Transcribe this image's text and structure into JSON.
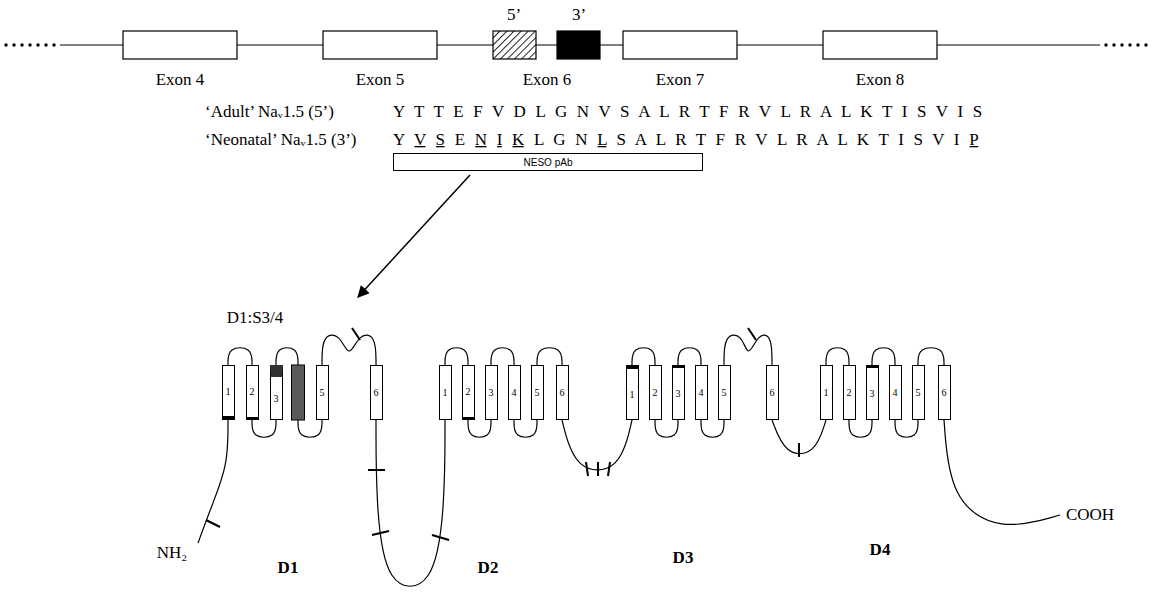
{
  "diagram": {
    "nodes": [
      {
        "text": [
          "NESO pAb"
        ]
      },
      {
        "text": [
          "1"
        ]
      },
      {
        "text": [
          "2"
        ]
      },
      {
        "text": [
          "3"
        ]
      },
      {
        "text": [
          "5"
        ]
      },
      {
        "text": [
          "6"
        ]
      },
      {
        "text": [
          "1"
        ]
      },
      {
        "text": [
          "2"
        ]
      },
      {
        "text": [
          "3"
        ]
      },
      {
        "text": [
          "4"
        ]
      },
      {
        "text": [
          "5"
        ]
      },
      {
        "text": [
          "6"
        ]
      },
      {
        "text": [
          "1"
        ]
      },
      {
        "text": [
          "2"
        ]
      },
      {
        "text": [
          "3"
        ]
      },
      {
        "text": [
          "4"
        ]
      },
      {
        "text": [
          "5"
        ]
      },
      {
        "text": [
          "6"
        ]
      },
      {
        "text": [
          "1"
        ]
      },
      {
        "text": [
          "2"
        ]
      },
      {
        "text": [
          "3"
        ]
      },
      {
        "text": [
          "4"
        ]
      },
      {
        "text": [
          "5"
        ]
      },
      {
        "text": [
          "6"
        ]
      }
    ],
    "labels": [
      "5’",
      "3’",
      "Exon 4",
      "Exon 5",
      "Exon 6",
      "Exon 7",
      "Exon 8",
      "‘Adult’ Naᵥ1.5 (5’)",
      "Y T T E F V D L G N V S A L R T F R V L R A L K T I S V I S",
      "‘Neonatal’ Naᵥ1.5 (3’)",
      "Y V S E N I K L G N L S A L R T F R V L R A L K T I S V I P",
      "D1:S3/4",
      "NH₂",
      "COOH",
      "D1",
      "D2",
      "D3",
      "D4"
    ]
  }
}
